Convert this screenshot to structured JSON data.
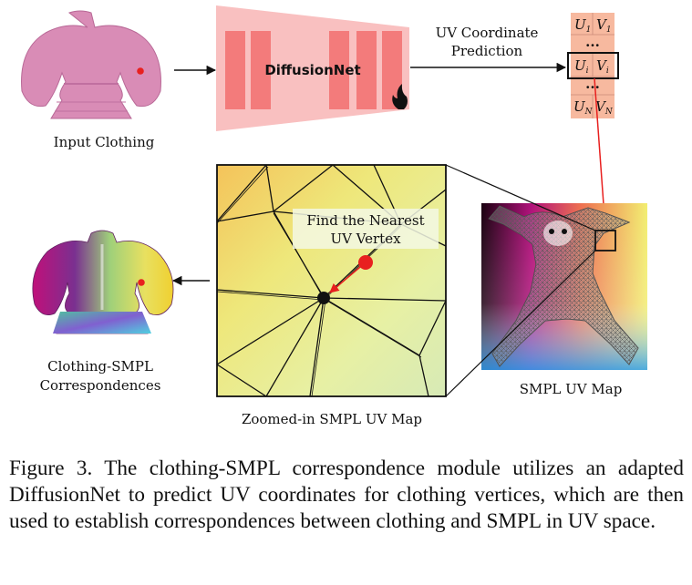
{
  "labels": {
    "input_clothing": "Input Clothing",
    "diffusionnet": "DiffusionNet",
    "uv_prediction_line1": "UV Coordinate",
    "uv_prediction_line2": "Prediction",
    "find_nearest_line1": "Find the Nearest",
    "find_nearest_line2": "UV Vertex",
    "correspondences_line1": "Clothing-SMPL",
    "correspondences_line2": "Correspondences",
    "zoomed_map": "Zoomed-in SMPL UV Map",
    "smpl_uv_map": "SMPL UV Map"
  },
  "uv_table": [
    {
      "u": "U",
      "u_sub": "1",
      "v": "V",
      "v_sub": "1"
    },
    {
      "dots": "..."
    },
    {
      "u": "U",
      "u_sub": "i",
      "v": "V",
      "v_sub": "i"
    },
    {
      "dots": "..."
    },
    {
      "u": "U",
      "u_sub": "N",
      "v": "V",
      "v_sub": "N"
    }
  ],
  "caption": "Figure 3. The clothing-SMPL correspondence module utilizes an adapted DiffusionNet to predict UV coordinates for clothing vertices, which are then used to establish correspondences between clothing and SMPL in UV space.",
  "colors": {
    "network_fill": "#f9c0c0",
    "layer_fill": "#f37b7b",
    "table_fill": "#f7b99f",
    "marker_red": "#e8201f",
    "dress_pink": "#d98cb6"
  }
}
